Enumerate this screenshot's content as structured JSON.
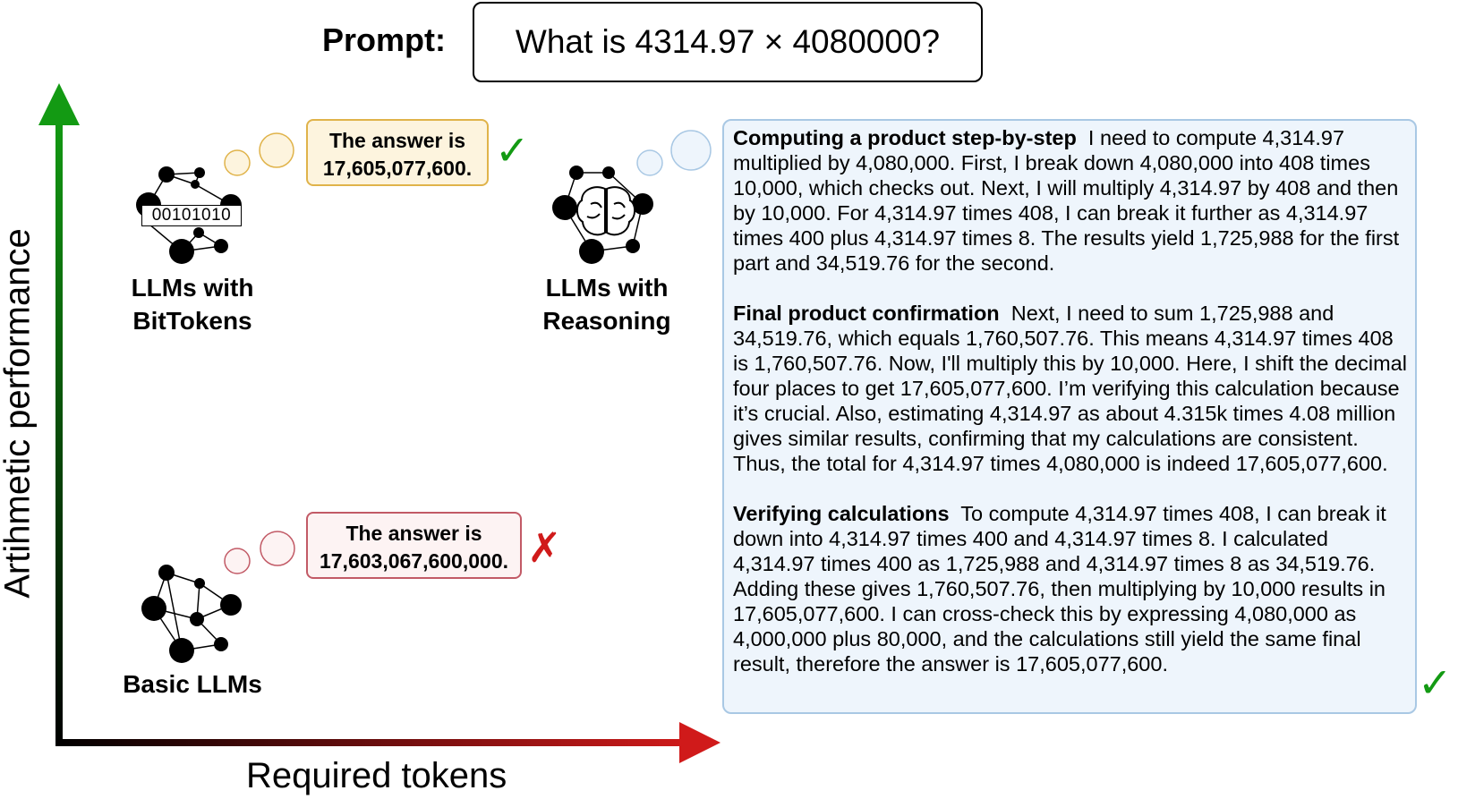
{
  "prompt": {
    "label": "Prompt:",
    "text": "What is 4314.97 × 4080000?"
  },
  "axes": {
    "y_label": "Artihmetic performance",
    "x_label": "Required tokens",
    "y_color_top": "#139a13",
    "x_color_end": "#d01a1a"
  },
  "models": {
    "bittokens": {
      "label": "LLMs with\nBitTokens",
      "bits_text": "00101010",
      "icon": "neural-network-icon",
      "answer": "The answer is\n17,605,077,600.",
      "verdict": "✓"
    },
    "reasoning": {
      "label": "LLMs with\nReasoning",
      "icon": "brain-network-icon",
      "verdict": "✓"
    },
    "basic": {
      "label": "Basic LLMs",
      "icon": "neural-network-icon",
      "answer": "The answer is\n17,603,067,600,000.",
      "verdict": "✗"
    }
  },
  "reasoning_trace": [
    {
      "title": "Computing a product step-by-step",
      "text": "I need to compute 4,314.97 multiplied by 4,080,000. First, I break down 4,080,000 into 408 times 10,000, which checks out. Next, I will multiply 4,314.97 by 408 and then by 10,000. For 4,314.97 times 408, I can break it further as 4,314.97 times 400 plus 4,314.97 times 8. The results yield 1,725,988 for the first part and 34,519.76 for the second."
    },
    {
      "title": "Final product confirmation",
      "text": "Next, I need to sum 1,725,988 and 34,519.76, which equals 1,760,507.76. This means 4,314.97 times 408 is 1,760,507.76. Now, I'll multiply this by 10,000. Here, I shift the decimal four places to get 17,605,077,600. I’m verifying this calculation because it’s crucial.   Also, estimating 4,314.97 as about 4.315k times 4.08 million gives similar results, confirming that my calculations are consistent. Thus, the total for 4,314.97 times 4,080,000 is indeed 17,605,077,600."
    },
    {
      "title": "Verifying calculations",
      "text": "To compute 4,314.97 times 408, I can break it down into 4,314.97 times 400 and 4,314.97 times 8. I calculated 4,314.97 times 400 as 1,725,988 and 4,314.97 times 8 as 34,519.76. Adding these gives 1,760,507.76, then multiplying by 10,000 results in 17,605,077,600.   I can cross-check this by expressing 4,080,000 as 4,000,000 plus 80,000, and the calculations still yield the same final result, therefore the answer is 17,605,077,600."
    }
  ],
  "colors": {
    "good_border": "#e0b34a",
    "good_fill": "#fdf4de",
    "bad_border": "#c25a66",
    "bad_fill": "#fdf3f3",
    "reason_border": "#a9c8e4",
    "reason_fill": "#eef5fc"
  }
}
